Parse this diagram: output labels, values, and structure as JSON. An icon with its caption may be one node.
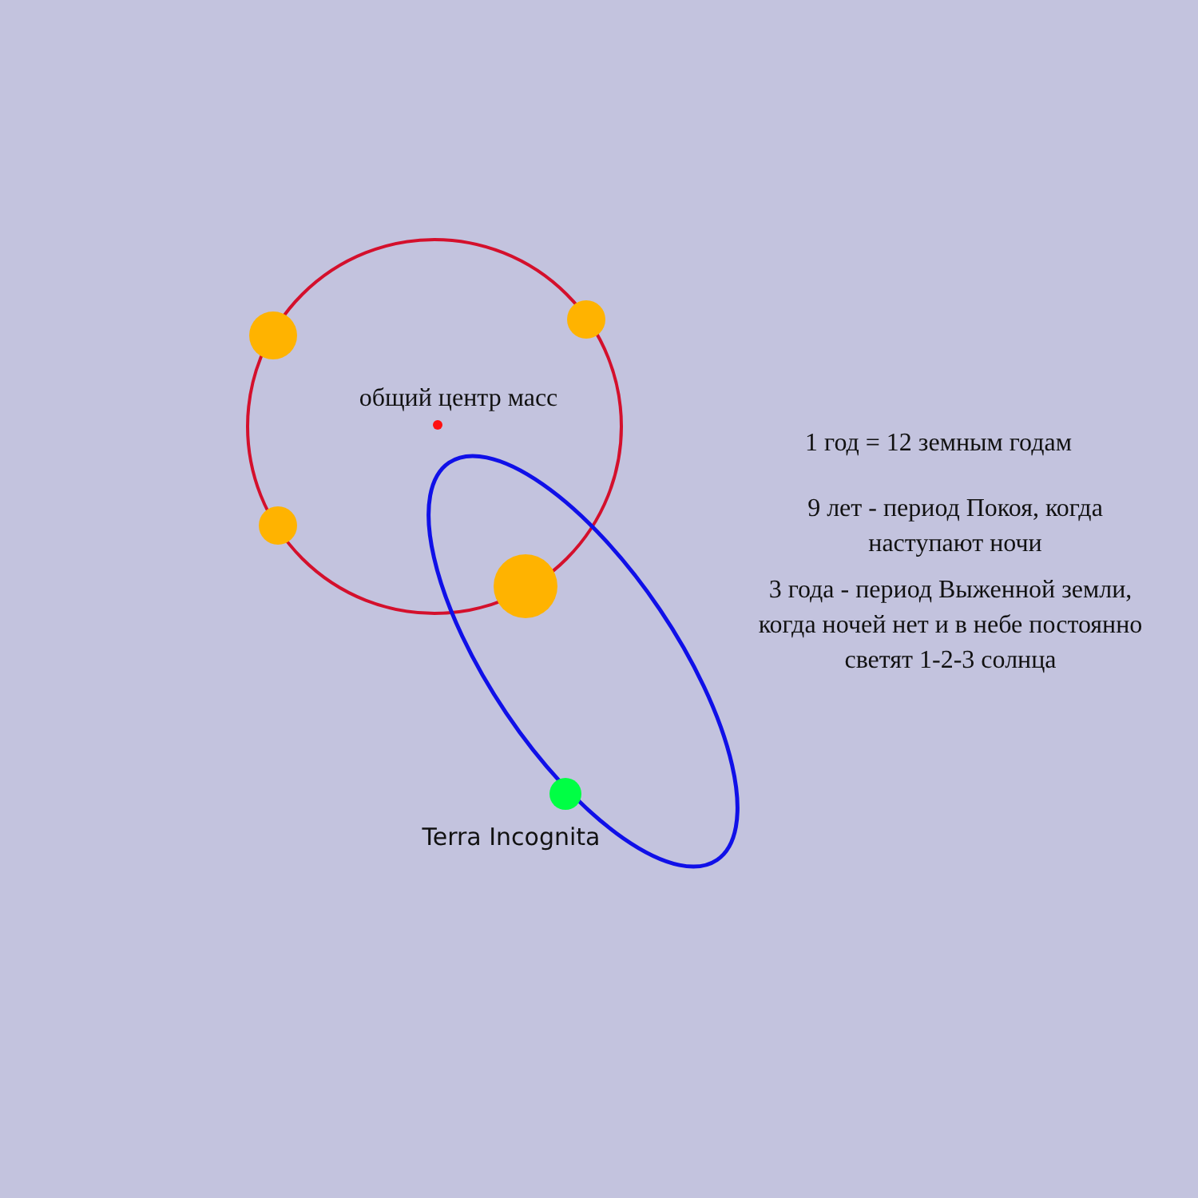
{
  "diagram": {
    "labels": [
      "общий центр масс",
      "1 год = 12 земным годам",
      "9 лет - период Покоя, когда наступают ночи",
      "3 года - период Выженной земли, когда ночей нет и в небе постоянно светят 1-2-3 солнца",
      "Terra Incognita"
    ]
  }
}
